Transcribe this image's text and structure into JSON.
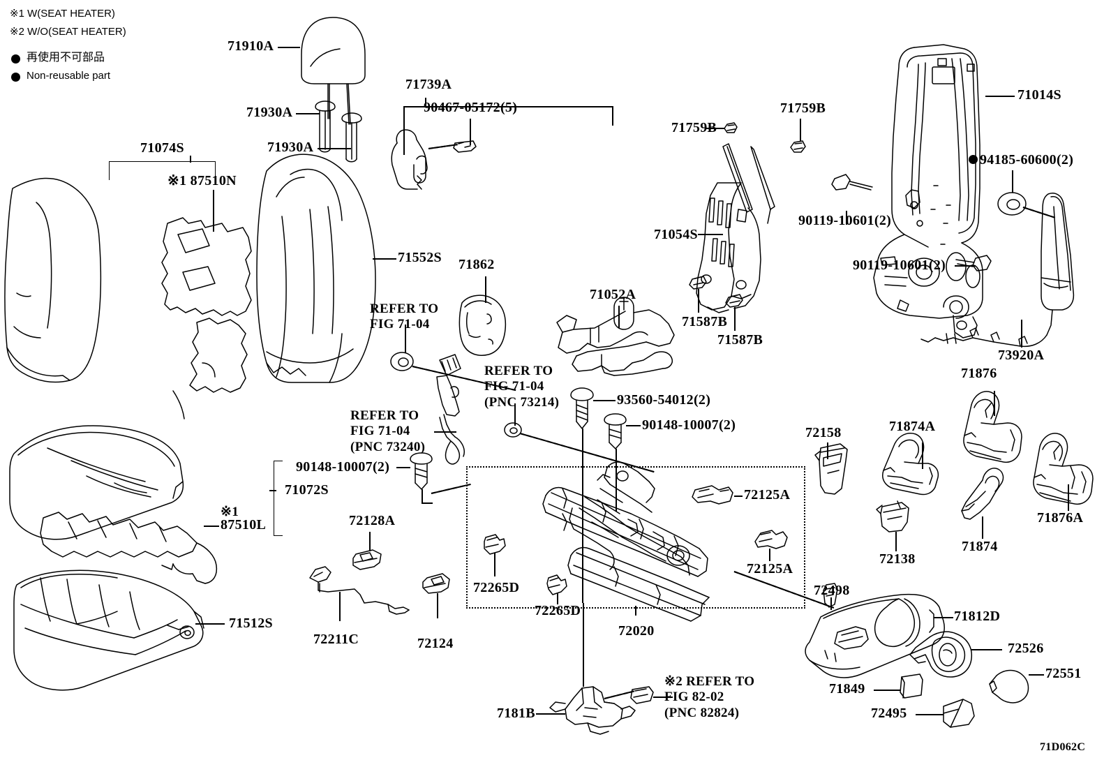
{
  "diagram": {
    "code": "71D062C",
    "title": "Toyota Front Seat & Seat Track Components Exploded Parts Diagram"
  },
  "legend": {
    "note1": "※1 W(SEAT HEATER)",
    "note2": "※2 W/O(SEAT HEATER)",
    "nonreuse_jp": "再使用不可部品",
    "nonreuse_en": "Non-reusable part"
  },
  "refer_notes": [
    {
      "id": "refer-71-04-a",
      "lines": [
        "REFER TO",
        "FIG 71-04"
      ]
    },
    {
      "id": "refer-71-04-pnc73214",
      "lines": [
        "REFER TO",
        "FIG 71-04",
        "(PNC 73214)"
      ]
    },
    {
      "id": "refer-71-04-pnc73240",
      "lines": [
        "REFER TO",
        "FIG 71-04",
        "(PNC 73240)"
      ]
    },
    {
      "id": "refer-82-02-pnc82824",
      "lines": [
        "※2 REFER TO",
        "FIG 82-02",
        "(PNC 82824)"
      ]
    }
  ],
  "callouts": [
    {
      "id": "c-71910A",
      "text": "71910A"
    },
    {
      "id": "c-71739A",
      "text": "71739A"
    },
    {
      "id": "c-90467",
      "text": "90467-05172(5)"
    },
    {
      "id": "c-71930A-1",
      "text": "71930A"
    },
    {
      "id": "c-71930A-2",
      "text": "71930A"
    },
    {
      "id": "c-71074S",
      "text": "71074S"
    },
    {
      "id": "c-187510N",
      "text": "※1 87510N"
    },
    {
      "id": "c-71552S",
      "text": "71552S"
    },
    {
      "id": "c-71862",
      "text": "71862"
    },
    {
      "id": "c-71072S",
      "text": "71072S"
    },
    {
      "id": "c-87510L",
      "text": "87510L"
    },
    {
      "id": "c-87510L-note",
      "text": "※1"
    },
    {
      "id": "c-90148-a",
      "text": "90148-10007(2)"
    },
    {
      "id": "c-90148-b",
      "text": "90148-10007(2)"
    },
    {
      "id": "c-93560",
      "text": "93560-54012(2)"
    },
    {
      "id": "c-71512S",
      "text": "71512S"
    },
    {
      "id": "c-72211C",
      "text": "72211C"
    },
    {
      "id": "c-72128A",
      "text": "72128A"
    },
    {
      "id": "c-72124",
      "text": "72124"
    },
    {
      "id": "c-71052A",
      "text": "71052A"
    },
    {
      "id": "c-71587B-1",
      "text": "71587B"
    },
    {
      "id": "c-71587B-2",
      "text": "71587B"
    },
    {
      "id": "c-71054S",
      "text": "71054S"
    },
    {
      "id": "c-71759B-1",
      "text": "71759B"
    },
    {
      "id": "c-71759B-2",
      "text": "71759B"
    },
    {
      "id": "c-71014S",
      "text": "71014S"
    },
    {
      "id": "c-94185",
      "text": "94185-60600(2)"
    },
    {
      "id": "c-90119-1",
      "text": "90119-10601(2)"
    },
    {
      "id": "c-90119-2",
      "text": "90119-10601(2)"
    },
    {
      "id": "c-73920A",
      "text": "73920A"
    },
    {
      "id": "c-71876",
      "text": "71876"
    },
    {
      "id": "c-71874A",
      "text": "71874A"
    },
    {
      "id": "c-71876A",
      "text": "71876A"
    },
    {
      "id": "c-71874",
      "text": "71874"
    },
    {
      "id": "c-72138",
      "text": "72138"
    },
    {
      "id": "c-72158",
      "text": "72158"
    },
    {
      "id": "c-72125A-1",
      "text": "72125A"
    },
    {
      "id": "c-72125A-2",
      "text": "72125A"
    },
    {
      "id": "c-72265D-1",
      "text": "72265D"
    },
    {
      "id": "c-72265D-2",
      "text": "72265D"
    },
    {
      "id": "c-72020",
      "text": "72020"
    },
    {
      "id": "c-72498",
      "text": "72498"
    },
    {
      "id": "c-7181B",
      "text": "7181B"
    },
    {
      "id": "c-71812D",
      "text": "71812D"
    },
    {
      "id": "c-72526",
      "text": "72526"
    },
    {
      "id": "c-72551",
      "text": "72551"
    },
    {
      "id": "c-71849",
      "text": "71849"
    },
    {
      "id": "c-72495",
      "text": "72495"
    }
  ]
}
